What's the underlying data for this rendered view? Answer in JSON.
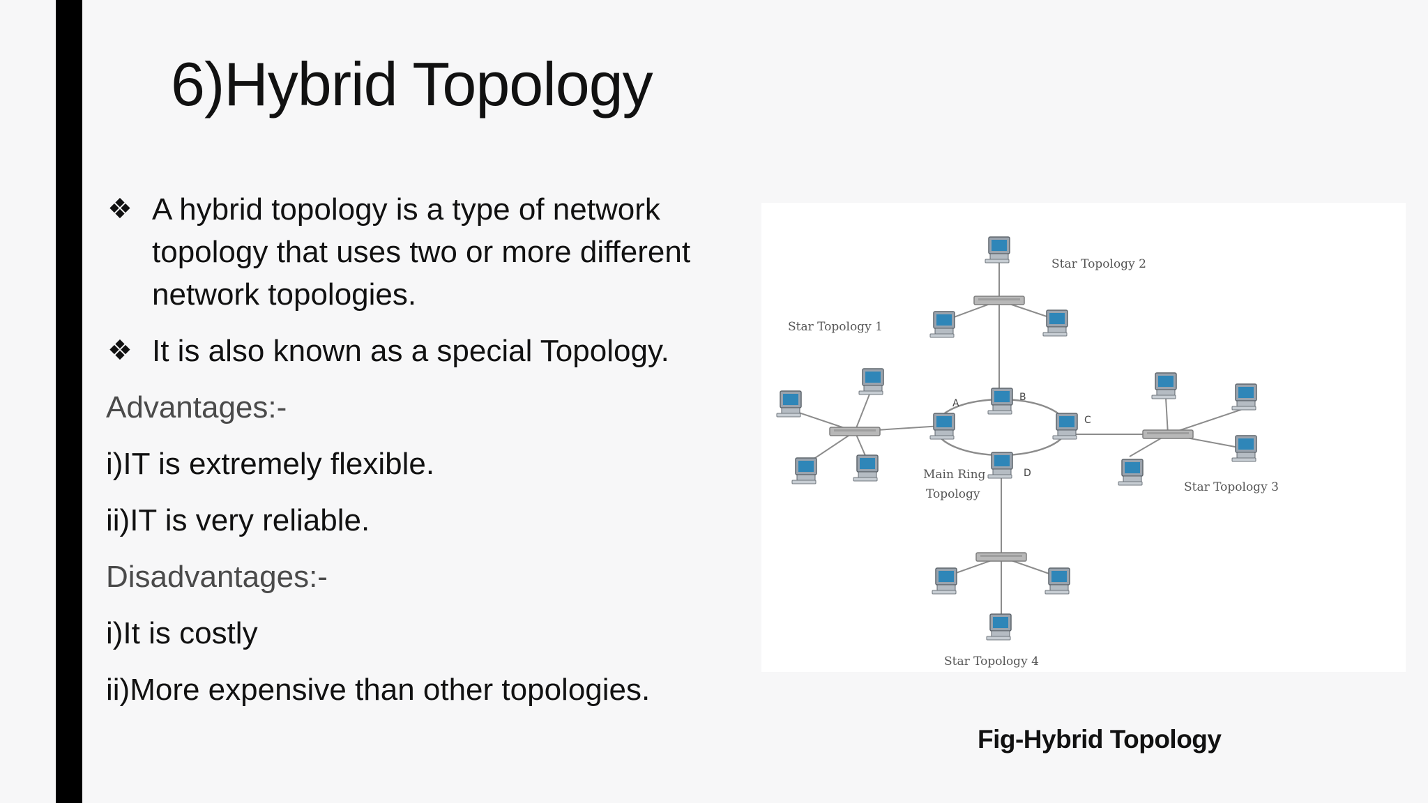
{
  "slide": {
    "title": "6)Hybrid Topology",
    "bullets": [
      "A hybrid topology is a type of network topology that uses two or more different network topologies.",
      "It is also known as a special Topology."
    ],
    "bullet_marker": "❖",
    "advantages_heading": "Advantages:-",
    "advantages": [
      "i)IT is extremely flexible.",
      "ii)IT is very reliable."
    ],
    "disadvantages_heading": "Disadvantages:-",
    "disadvantages": [
      "i)It is costly",
      "ii)More expensive than other topologies."
    ]
  },
  "figure": {
    "labels": {
      "star1": "Star Topology 1",
      "star2": "Star Topology 2",
      "star3": "Star Topology 3",
      "star4": "Star Topology 4",
      "ring_line1": "Main Ring",
      "ring_line2": "Topology",
      "node_a": "A",
      "node_b": "B",
      "node_c": "C",
      "node_d": "D"
    },
    "caption": "Fig-Hybrid Topology",
    "colors": {
      "screen": "#2f86b8",
      "monitor": "#9aa3ad",
      "link": "#8c8c8c",
      "hub": "#b8b8b8"
    }
  }
}
